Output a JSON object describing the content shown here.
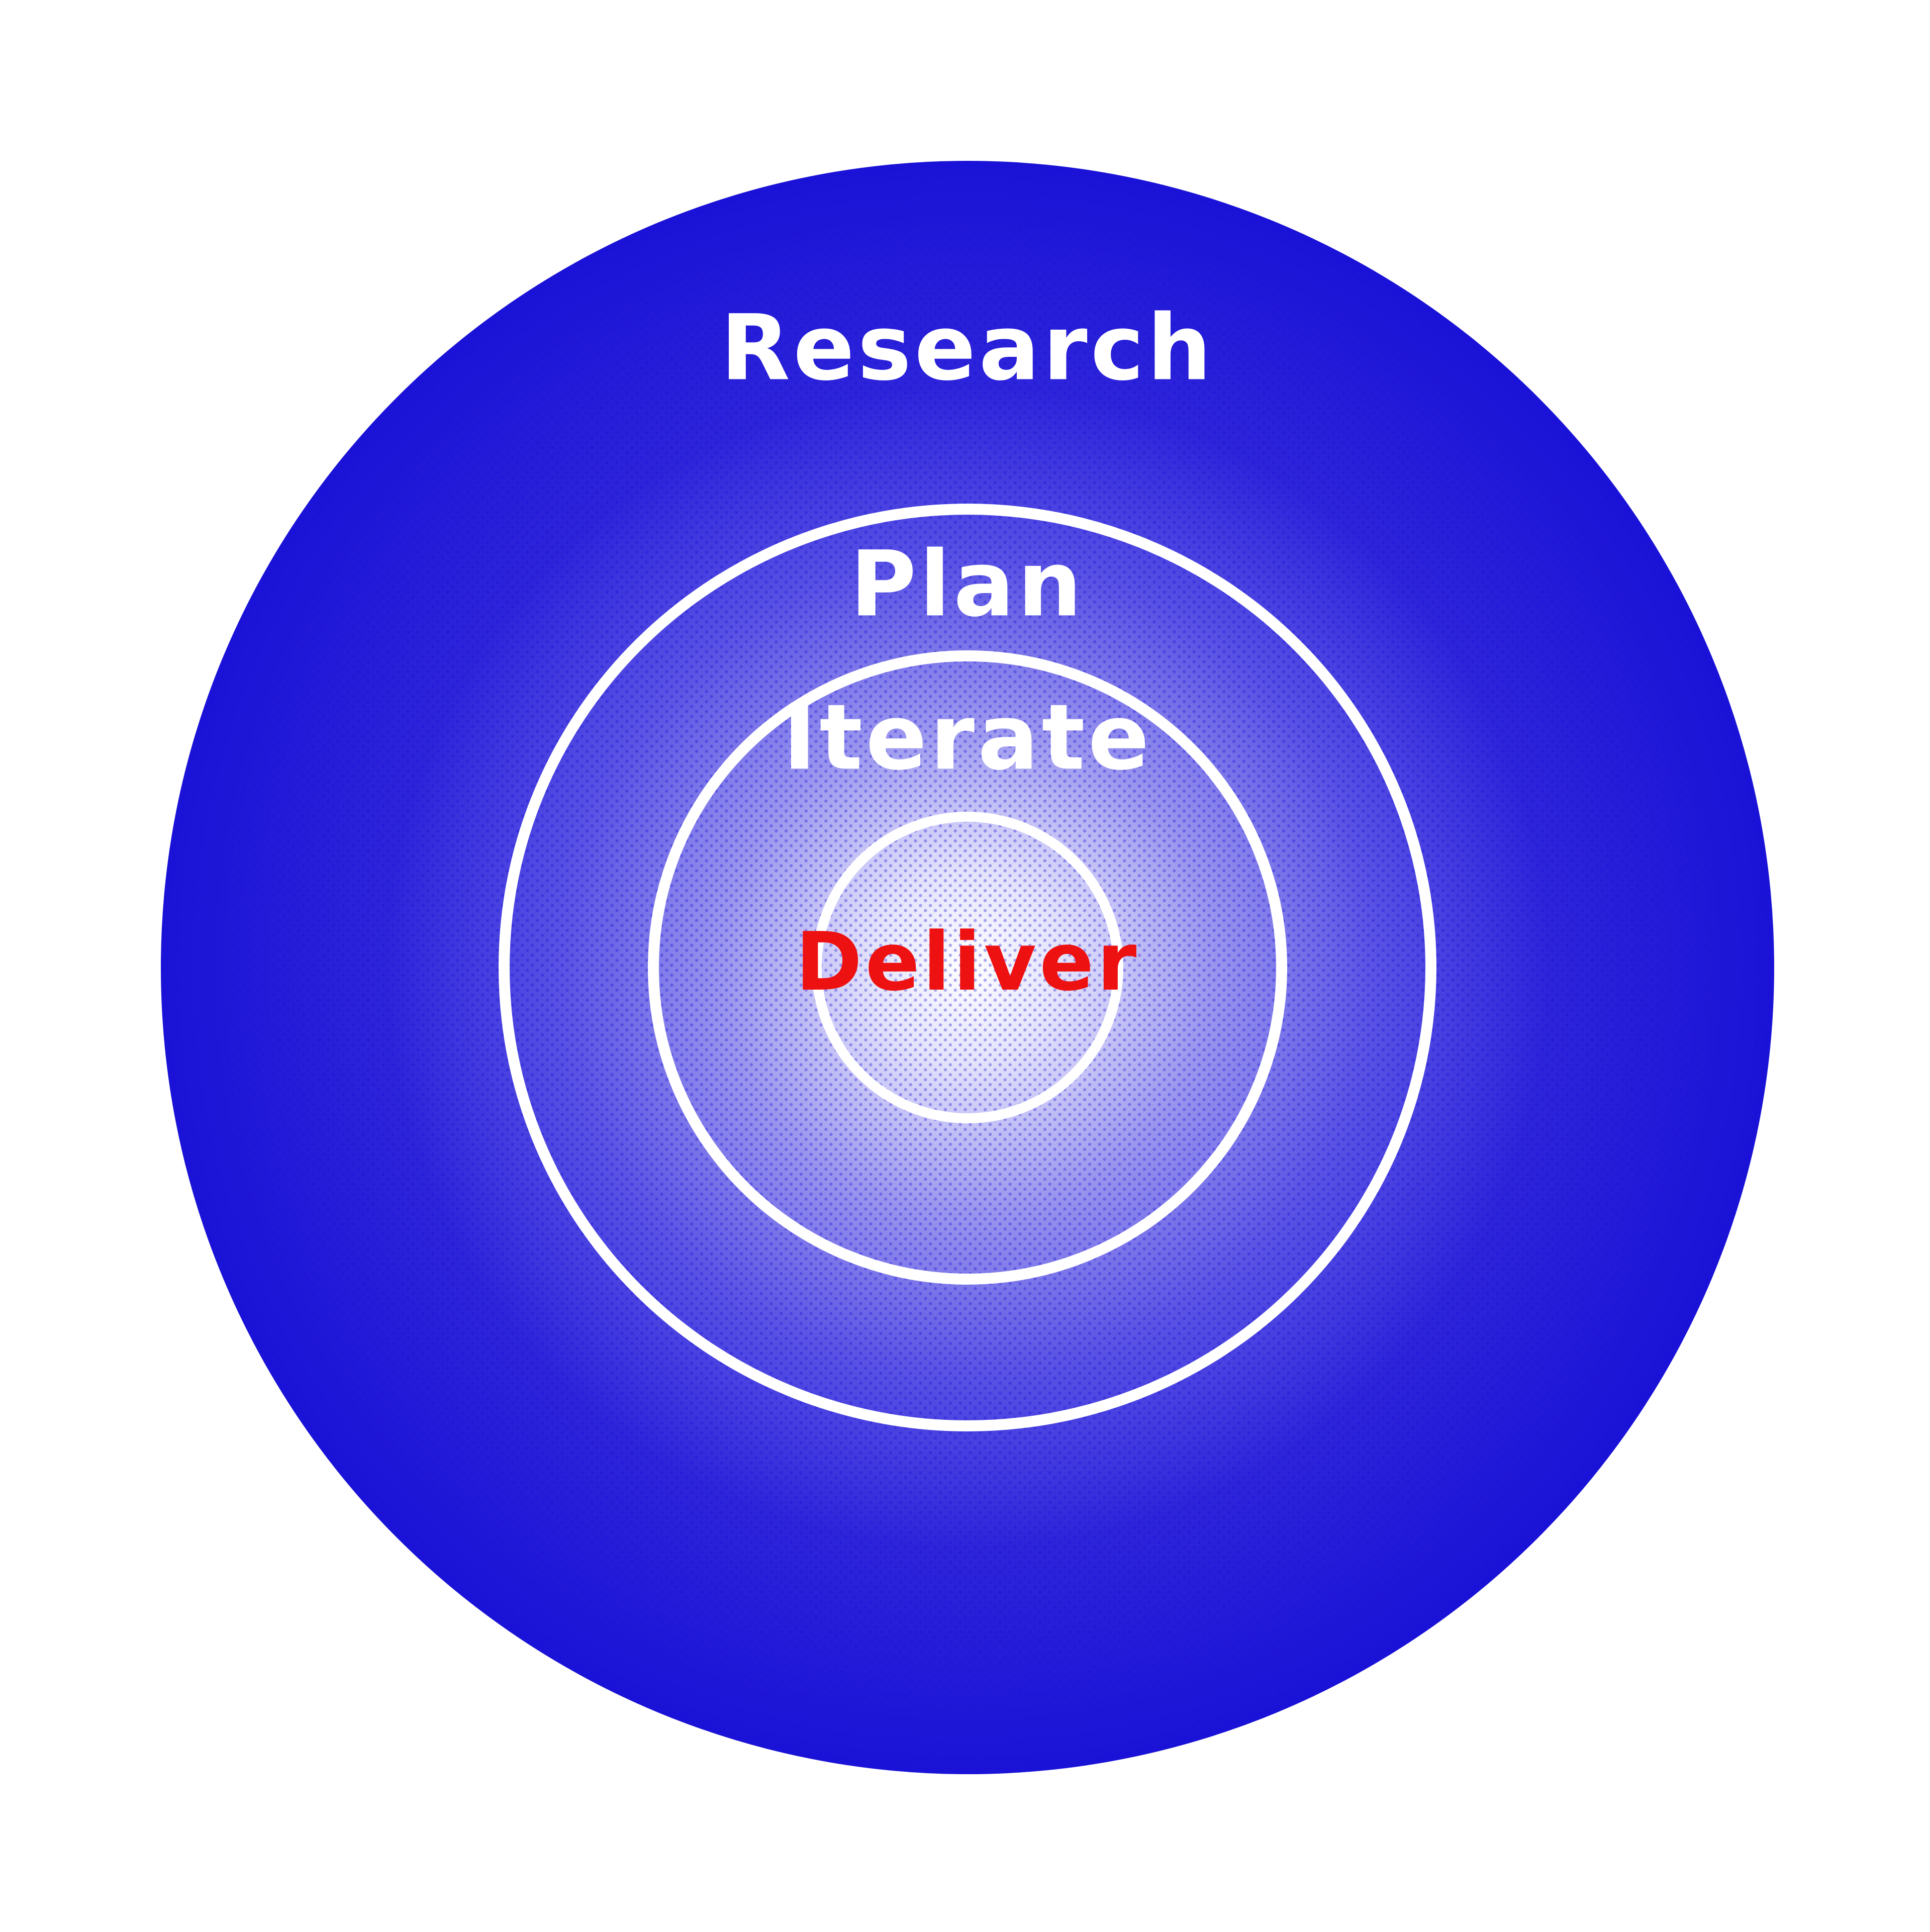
{
  "diagram": {
    "type": "concentric-circles",
    "rings": [
      {
        "id": "research",
        "label": "Research"
      },
      {
        "id": "plan",
        "label": "Plan"
      },
      {
        "id": "iterate",
        "label": "Iterate"
      },
      {
        "id": "deliver",
        "label": "Deliver"
      }
    ]
  },
  "colors": {
    "background": "#ffffff",
    "halftone_dark": "#1a12d6",
    "halftone_light": "#ffffff",
    "ring_stroke": "#ffffff",
    "outer_label": "#ffffff",
    "core_label": "#ee1111"
  }
}
